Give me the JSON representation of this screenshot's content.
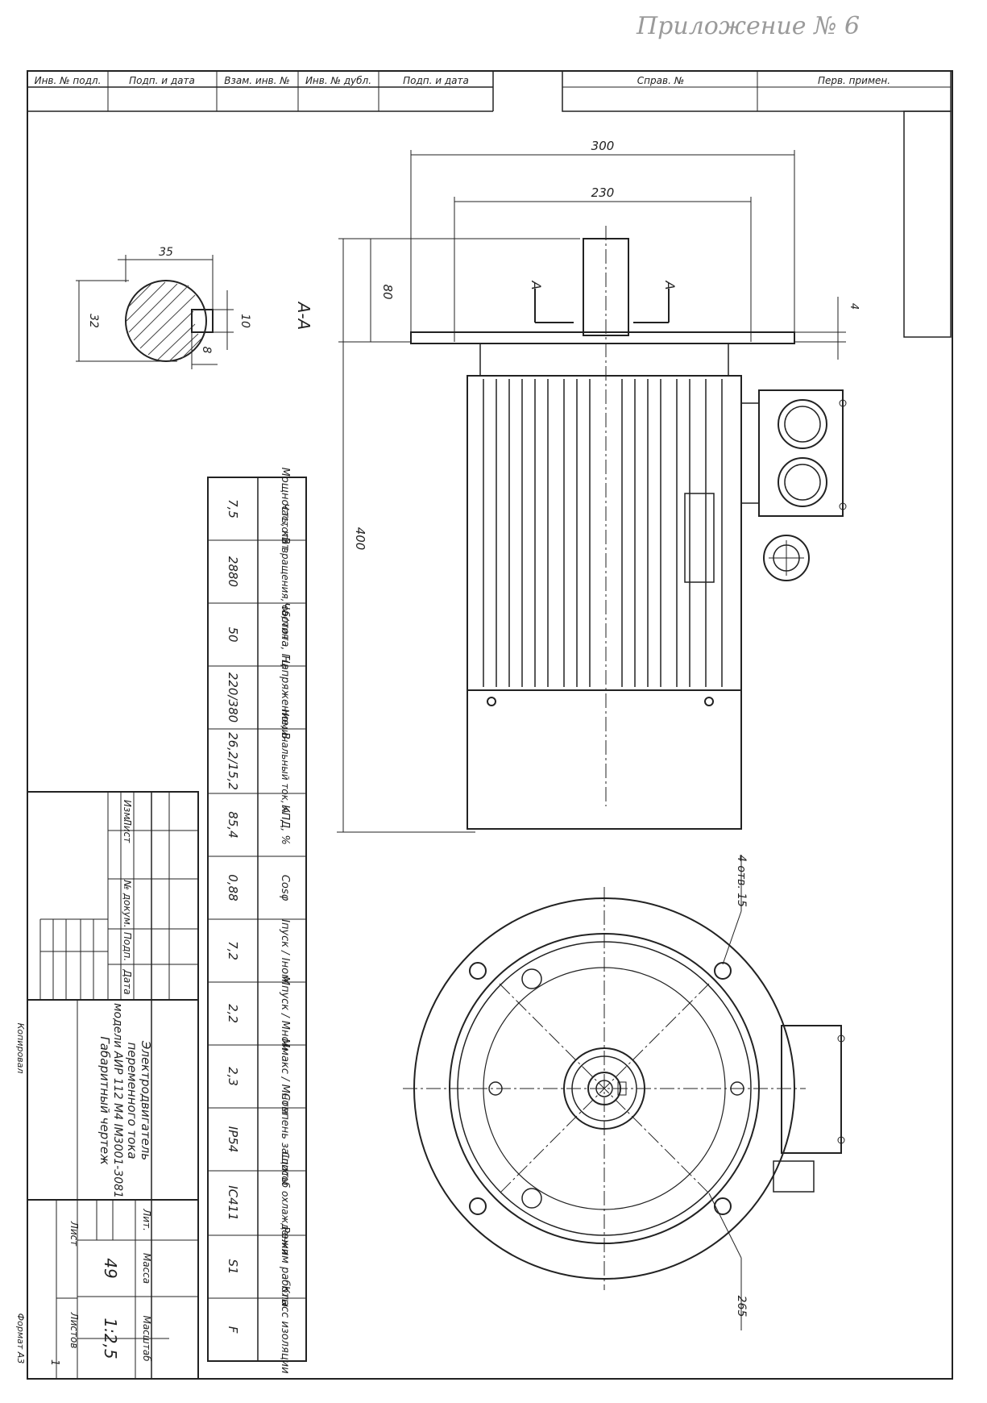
{
  "header_note": "Приложение № 6",
  "top_stamp": {
    "left": [
      "Инв. № подл.",
      "Подп. и дата",
      "Взам. инв. №",
      "Инв. № дубл.",
      "Подп. и дата"
    ],
    "right": [
      "Справ. №",
      "Перв. примен."
    ]
  },
  "section_label": "А-А",
  "section_marks": [
    "А",
    "А"
  ],
  "dimensions": {
    "d300": "300",
    "d230": "230",
    "d80": "80",
    "d4": "4",
    "d400": "400",
    "d35": "35",
    "d32": "32",
    "d10": "10",
    "d8": "8",
    "holes": "4 отв. 15",
    "d265": "265"
  },
  "spec_table": {
    "headers": [
      "Мощность, кВт",
      "Частота вращения, об/мин",
      "Частота, Гц",
      "Напряжение, В",
      "Номинальный ток, А",
      "КПД, %",
      "Cosφ",
      "Iпуск / Iном",
      "Mпуск / Mном",
      "Mмакс / Mном",
      "Степень защиты",
      "Способ охлаждения",
      "Режим работы",
      "Класс изоляции"
    ],
    "values": [
      "7,5",
      "2880",
      "50",
      "220/380",
      "26,2/15,2",
      "85,4",
      "0,88",
      "7,2",
      "2,2",
      "2,3",
      "IP54",
      "IC411",
      "S1",
      "F"
    ]
  },
  "title_block": {
    "rev_headers": [
      "Изм.",
      "Лист",
      "№ докум.",
      "Подп.",
      "Дата"
    ],
    "title_lines": [
      "Электродвигатель",
      "переменного тока",
      "модели АИР 112 М4 IM3001-3081",
      "Габаритный чертеж"
    ],
    "lit_label": "Лит.",
    "mass_label": "Масса",
    "scale_label": "Масштаб",
    "mass_value": "49",
    "scale_value": "1:2,5",
    "sheet_label": "Лист",
    "sheets_label": "Листов",
    "sheets_value": "1"
  },
  "footer": {
    "copied": "Копировал",
    "format": "Формат  А3"
  }
}
